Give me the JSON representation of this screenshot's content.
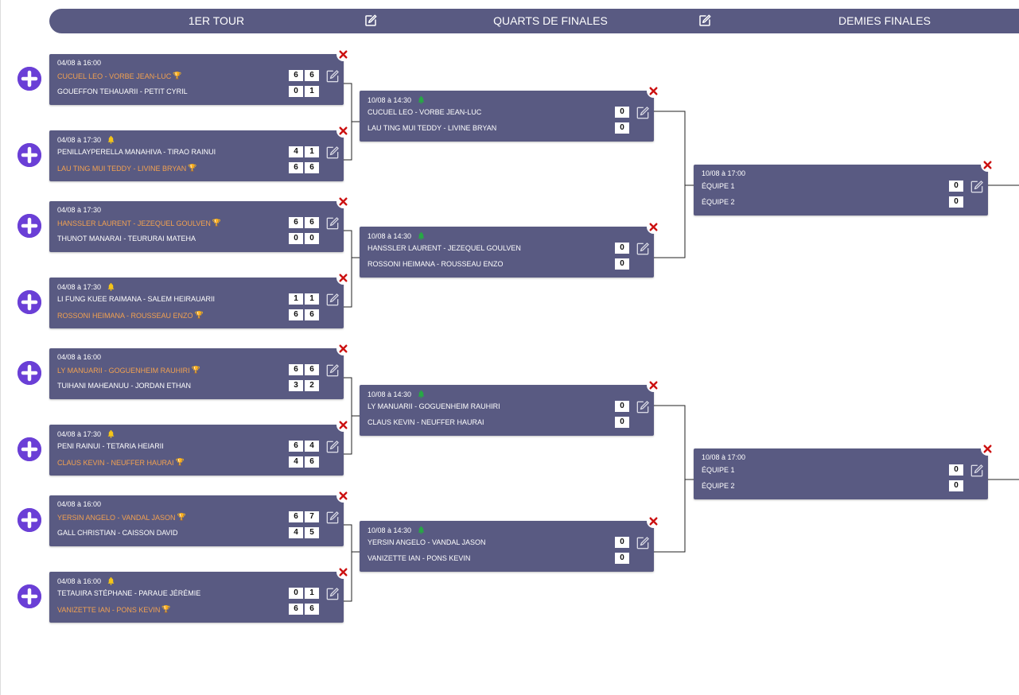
{
  "header": {
    "rounds": [
      "1ER TOUR",
      "QUARTS DE FINALES",
      "DEMIES FINALES"
    ],
    "edit_icon": "edit-icon"
  },
  "colors": {
    "card": "#595a82",
    "winner": "#f2a150",
    "add_button": "#6a3fd6",
    "delete": "#cc1111",
    "bell_yellow": "#f5c518",
    "bell_green": "#27a845"
  },
  "round1": [
    {
      "date": "04/08 à 16:00",
      "bell": "none",
      "team1": "CUCUEL LEO - VORBE JEAN-LUC",
      "team1_scores": [
        "6",
        "6"
      ],
      "team2": "GOUEFFON TEHAUARII - PETIT CYRIL",
      "team2_scores": [
        "0",
        "1"
      ],
      "winner": 1
    },
    {
      "date": "04/08 à 17:30",
      "bell": "yellow",
      "team1": "PENILLAYPERELLA MANAHIVA - TIRAO RAINUI",
      "team1_scores": [
        "4",
        "1"
      ],
      "team2": "LAU TING MUI TEDDY - LIVINE BRYAN",
      "team2_scores": [
        "6",
        "6"
      ],
      "winner": 2
    },
    {
      "date": "04/08 à 17:30",
      "bell": "none",
      "team1": "HANSSLER LAURENT - JEZEQUEL GOULVEN",
      "team1_scores": [
        "6",
        "6"
      ],
      "team2": "THUNOT MANARAI - TEURURAI MATEHA",
      "team2_scores": [
        "0",
        "0"
      ],
      "winner": 1
    },
    {
      "date": "04/08 à 17:30",
      "bell": "yellow",
      "team1": "LI FUNG KUEE RAIMANA - SALEM HEIRAUARII",
      "team1_scores": [
        "1",
        "1"
      ],
      "team2": "ROSSONI HEIMANA - ROUSSEAU ENZO",
      "team2_scores": [
        "6",
        "6"
      ],
      "winner": 2
    },
    {
      "date": "04/08 à 16:00",
      "bell": "none",
      "team1": "LY MANUARII - GOGUENHEIM RAUHIRI",
      "team1_scores": [
        "6",
        "6"
      ],
      "team2": "TUIHANI MAHEANUU - JORDAN ETHAN",
      "team2_scores": [
        "3",
        "2"
      ],
      "winner": 1
    },
    {
      "date": "04/08 à 17:30",
      "bell": "yellow",
      "team1": "PENI RAINUI - TETARIA HEIARII",
      "team1_scores": [
        "6",
        "4"
      ],
      "team2": "CLAUS KEVIN - NEUFFER HAURAI",
      "team2_scores": [
        "4",
        "6"
      ],
      "winner": 2
    },
    {
      "date": "04/08 à 16:00",
      "bell": "none",
      "team1": "YERSIN ANGELO - VANDAL JASON",
      "team1_scores": [
        "6",
        "7"
      ],
      "team2": "GALL CHRISTIAN - CAISSON DAVID",
      "team2_scores": [
        "4",
        "5"
      ],
      "winner": 1
    },
    {
      "date": "04/08 à 16:00",
      "bell": "yellow",
      "team1": "TETAUIRA STÉPHANE - PARAUE JÉRÉMIE",
      "team1_scores": [
        "0",
        "1"
      ],
      "team2": "VANIZETTE IAN - PONS KEVIN",
      "team2_scores": [
        "6",
        "6"
      ],
      "winner": 2
    }
  ],
  "quarters": [
    {
      "date": "10/08 à 14:30",
      "bell": "green",
      "team1": "CUCUEL LEO - VORBE JEAN-LUC",
      "team1_scores": [
        "0"
      ],
      "team2": "LAU TING MUI TEDDY - LIVINE BRYAN",
      "team2_scores": [
        "0"
      ],
      "winner": 0
    },
    {
      "date": "10/08 à 14:30",
      "bell": "green",
      "team1": "HANSSLER LAURENT - JEZEQUEL GOULVEN",
      "team1_scores": [
        "0"
      ],
      "team2": "ROSSONI HEIMANA - ROUSSEAU ENZO",
      "team2_scores": [
        "0"
      ],
      "winner": 0
    },
    {
      "date": "10/08 à 14:30",
      "bell": "green",
      "team1": "LY MANUARII - GOGUENHEIM RAUHIRI",
      "team1_scores": [
        "0"
      ],
      "team2": "CLAUS KEVIN - NEUFFER HAURAI",
      "team2_scores": [
        "0"
      ],
      "winner": 0
    },
    {
      "date": "10/08 à 14:30",
      "bell": "green",
      "team1": "YERSIN ANGELO - VANDAL JASON",
      "team1_scores": [
        "0"
      ],
      "team2": "VANIZETTE IAN - PONS KEVIN",
      "team2_scores": [
        "0"
      ],
      "winner": 0
    }
  ],
  "semis": [
    {
      "date": "10/08 à 17:00",
      "bell": "none",
      "team1": "ÉQUIPE 1",
      "team1_scores": [
        "0"
      ],
      "team2": "ÉQUIPE 2",
      "team2_scores": [
        "0"
      ],
      "winner": 0
    },
    {
      "date": "10/08 à 17:00",
      "bell": "none",
      "team1": "ÉQUIPE 1",
      "team1_scores": [
        "0"
      ],
      "team2": "ÉQUIPE 2",
      "team2_scores": [
        "0"
      ],
      "winner": 0
    }
  ]
}
